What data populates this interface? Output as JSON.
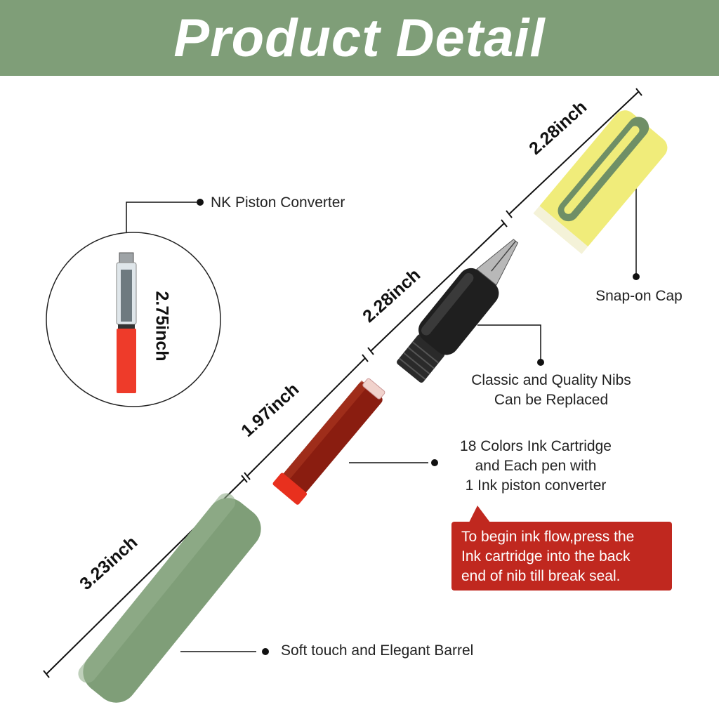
{
  "header": {
    "title": "Product Detail"
  },
  "dimensions": {
    "cap": "2.28inch",
    "section": "2.28inch",
    "cartridge": "1.97inch",
    "barrel": "3.23inch",
    "converter": "2.75inch"
  },
  "labels": {
    "converter": "NK Piston Converter",
    "cap": "Snap-on Cap",
    "nib_line1": "Classic and Quality Nibs",
    "nib_line2": "Can be Replaced",
    "cartridge_line1": "18 Colors Ink Cartridge",
    "cartridge_line2": "and Each pen with",
    "cartridge_line3": "1 Ink piston converter",
    "barrel": "Soft touch and Elegant Barrel"
  },
  "callout": {
    "line1": "To begin ink flow,press the",
    "line2": "Ink cartridge into the back",
    "line3": "end of nib till break seal."
  },
  "colors": {
    "header": "#7f9e78",
    "barrel": "#7f9e78",
    "cap": "#f0ec7a",
    "ink": "#c23a1c",
    "callout": "#c0281f"
  }
}
